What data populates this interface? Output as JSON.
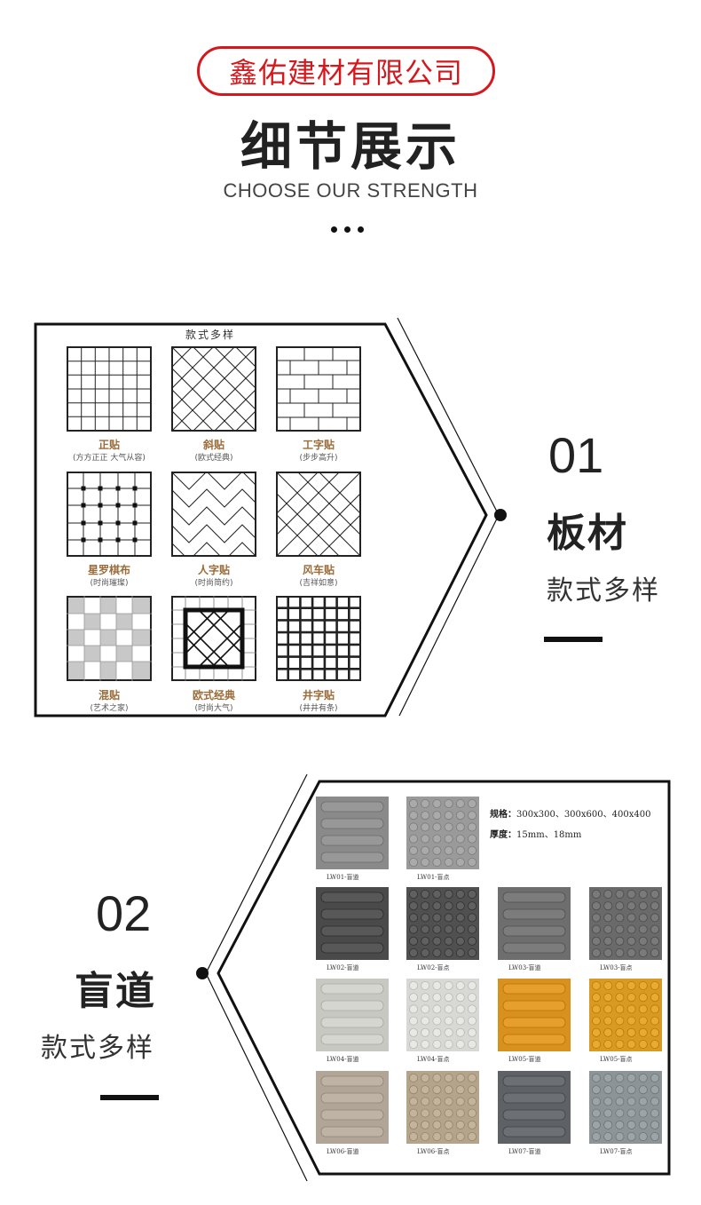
{
  "header": {
    "company": "鑫佑建材有限公司",
    "title": "细节展示",
    "subtitle": "CHOOSE OUR STRENGTH"
  },
  "section1": {
    "card_title": "款式多样",
    "number": "01",
    "title": "板材",
    "subtitle": "款式多样",
    "patterns": [
      {
        "name": "正贴",
        "desc": "(方方正正 大气从容)"
      },
      {
        "name": "斜贴",
        "desc": "(欧式经典)"
      },
      {
        "name": "工字贴",
        "desc": "(步步高升)"
      },
      {
        "name": "星罗棋布",
        "desc": "(时尚璀璨)"
      },
      {
        "name": "人字贴",
        "desc": "(时尚简约)"
      },
      {
        "name": "风车贴",
        "desc": "(吉祥如意)"
      },
      {
        "name": "混贴",
        "desc": "(艺术之家)"
      },
      {
        "name": "欧式经典",
        "desc": "(时尚大气)"
      },
      {
        "name": "井字贴",
        "desc": "(井井有条)"
      }
    ]
  },
  "section2": {
    "number": "02",
    "title": "盲道",
    "subtitle": "款式多样",
    "spec_label": "规格：",
    "spec_value": "300x300、300x600、400x400",
    "thickness_label": "厚度：",
    "thickness_value": "15mm、18mm",
    "tiles": [
      {
        "label": "LW01-盲道",
        "kind": "bar",
        "color": "#8a8a8a"
      },
      {
        "label": "LW01-盲点",
        "kind": "dot",
        "color": "#9a9a9a"
      },
      {
        "label": "LW02-盲道",
        "kind": "bar",
        "color": "#4a4a4a"
      },
      {
        "label": "LW02-盲点",
        "kind": "dot",
        "color": "#505050"
      },
      {
        "label": "LW03-盲道",
        "kind": "bar",
        "color": "#6e6e6e"
      },
      {
        "label": "LW03-盲点",
        "kind": "dot",
        "color": "#6a6a6a"
      },
      {
        "label": "LW04-盲道",
        "kind": "bar",
        "color": "#c8c8c2"
      },
      {
        "label": "LW04-盲点",
        "kind": "dot",
        "color": "#d8d8d4"
      },
      {
        "label": "LW05-盲道",
        "kind": "bar",
        "color": "#d8901e"
      },
      {
        "label": "LW05-盲点",
        "kind": "dot",
        "color": "#d99a24"
      },
      {
        "label": "LW06-盲道",
        "kind": "bar",
        "color": "#b0a596"
      },
      {
        "label": "LW06-盲点",
        "kind": "dot",
        "color": "#b4a48c"
      },
      {
        "label": "LW07-盲道",
        "kind": "bar",
        "color": "#5e6266"
      },
      {
        "label": "LW07-盲点",
        "kind": "dot",
        "color": "#8d9497"
      }
    ]
  }
}
